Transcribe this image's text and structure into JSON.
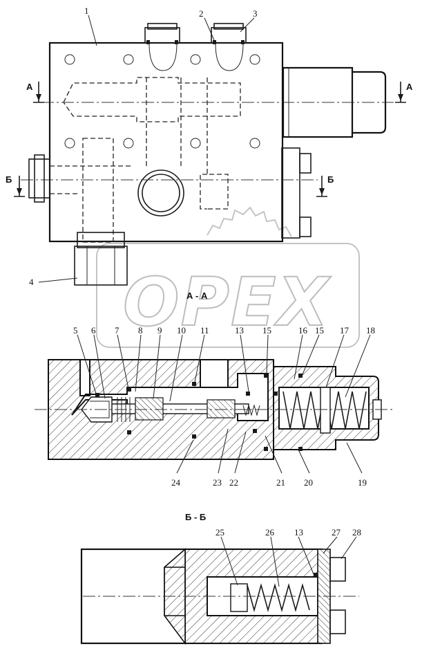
{
  "watermark": "OPEX",
  "section_titles": {
    "aa": "А - А",
    "bb": "Б - Б"
  },
  "section_marks": {
    "a": "А",
    "b": "Б"
  },
  "part_numbers": {
    "n1": "1",
    "n2": "2",
    "n3": "3",
    "n4": "4",
    "n5": "5",
    "n6": "6",
    "n7": "7",
    "n8": "8",
    "n9": "9",
    "n10": "10",
    "n11": "11",
    "n13": "13",
    "n15": "15",
    "n16": "16",
    "n17": "17",
    "n18": "18",
    "n19": "19",
    "n20": "20",
    "n21": "21",
    "n22": "22",
    "n23": "23",
    "n24": "24",
    "n25": "25",
    "n26": "26",
    "n27": "27",
    "n28": "28"
  }
}
